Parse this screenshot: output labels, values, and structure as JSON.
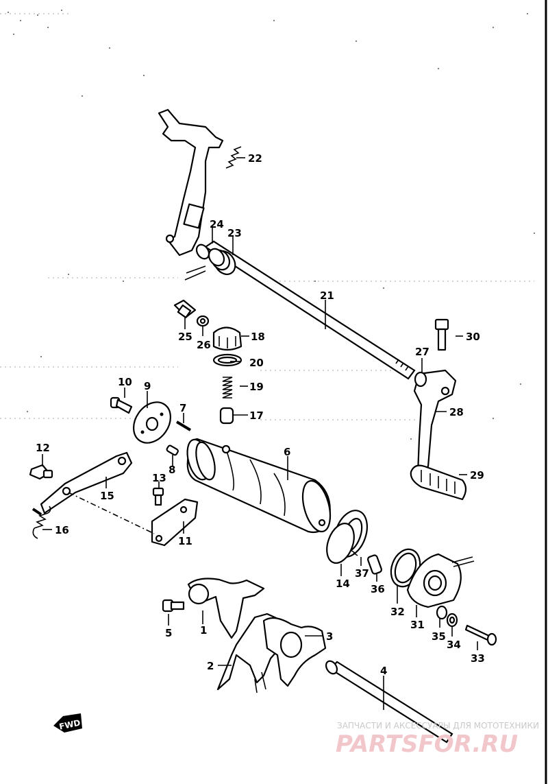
{
  "diagram": {
    "labels": {
      "p1": "1",
      "p2": "2",
      "p3": "3",
      "p4": "4",
      "p5": "5",
      "p6": "6",
      "p7": "7",
      "p8": "8",
      "p9": "9",
      "p10": "10",
      "p11": "11",
      "p12": "12",
      "p13": "13",
      "p14": "14",
      "p15": "15",
      "p16": "16",
      "p17": "17",
      "p18": "18",
      "p19": "19",
      "p20": "20",
      "p21": "21",
      "p22": "22",
      "p23": "23",
      "p24": "24",
      "p25": "25",
      "p26": "26",
      "p27": "27",
      "p28": "28",
      "p29": "29",
      "p30": "30",
      "p31": "31",
      "p32": "32",
      "p33": "33",
      "p34": "34",
      "p35": "35",
      "p36": "36",
      "p37": "37"
    },
    "fwd_label": "FWD"
  },
  "watermark": {
    "top_text": "ЗАПЧАСТИ И АКСЕССУАРЫ ДЛЯ МОТОТЕХНИКИ",
    "bottom_text": "PARTSFOR.RU"
  },
  "colors": {
    "line": "#000000",
    "background": "#ffffff",
    "watermark_top": "#c9c9c9",
    "watermark_bottom": "#f2c7cc"
  }
}
